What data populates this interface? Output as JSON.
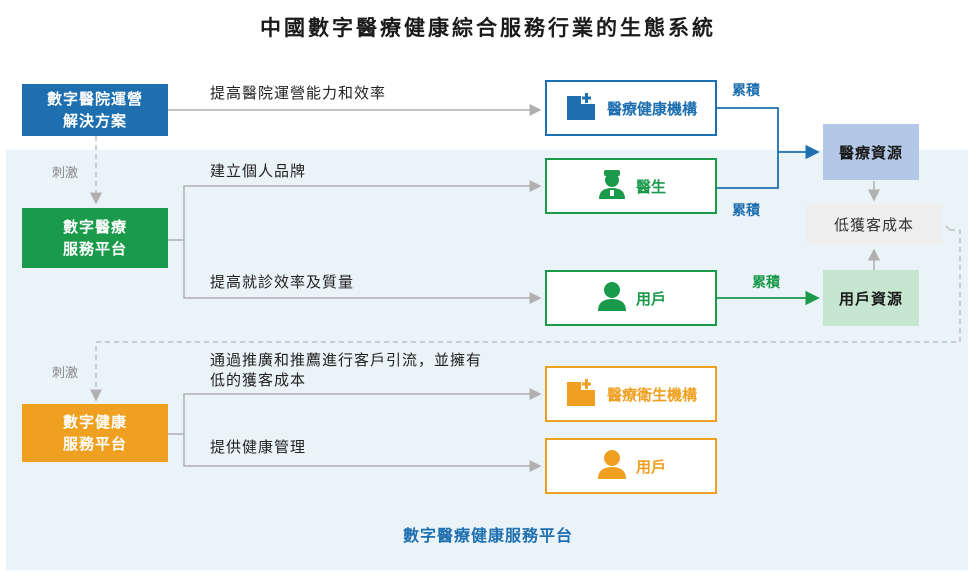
{
  "title": "中國數字醫療健康綜合服務行業的生態系統",
  "panel_label": "數字醫療健康服務平台",
  "left_boxes": {
    "hospital": "數字醫院運營\n解決方案",
    "medical": "數字醫療\n服務平台",
    "health": "數字健康\n服務平台"
  },
  "stimulus": "刺激",
  "paths": {
    "p1": "提高醫院運營能力和效率",
    "p2": "建立個人品牌",
    "p3": "提高就診效率及質量",
    "p4": "通過推廣和推薦進行客戶引流，並擁有\n低的獲客成本",
    "p5": "提供健康管理"
  },
  "targets": {
    "t1": "醫療健康機構",
    "t2": "醫生",
    "t3": "用戶",
    "t4": "醫療衛生機構",
    "t5": "用戶"
  },
  "accumulate": "累積",
  "resources": {
    "medical": "醫療資源",
    "low_cost": "低獲客成本",
    "user": "用戶資源"
  },
  "icons": {
    "t1": "hospital-icon",
    "t2": "doctor-icon",
    "t3": "user-icon",
    "t4": "hospital-icon",
    "t5": "user-icon"
  },
  "colors": {
    "blue": "#1e6fb0",
    "green": "#1a9a4a",
    "orange": "#f0a020",
    "panel": "#eaf3f8",
    "resource": "#b3c8e6",
    "resource_green": "#c6e6cf"
  }
}
